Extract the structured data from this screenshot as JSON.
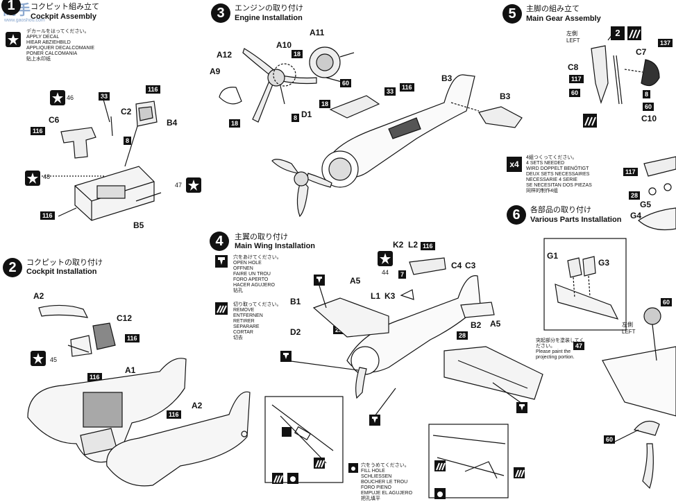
{
  "watermark": {
    "brand": "高手",
    "site": "www.gaoshou.com"
  },
  "step1": {
    "jp": "コクピット組み立て",
    "en": "Cockpit Assembly"
  },
  "decal_note": {
    "jp": "デカールをはってください。",
    "lines": [
      "APPLY DECAL",
      "HIEAR ABZIEHBILD",
      "APPLIQUER DECALCOMANIE",
      "PONER CALCOMANIA",
      "贴上水印纸"
    ]
  },
  "step1_labels": {
    "c6": "C6",
    "c2": "C2",
    "b4": "B4",
    "b5": "B5",
    "p33": "33",
    "p116a": "116",
    "p116b": "116",
    "p116c": "116",
    "p8": "8",
    "p46": "46",
    "p48": "48",
    "p47": "47"
  },
  "step2": {
    "jp": "コクピットの取り付け",
    "en": "Cockpit Installation"
  },
  "step2_labels": {
    "a2": "A2",
    "c12": "C12",
    "a1": "A1",
    "a2b": "A2",
    "p116a": "116",
    "p116b": "116",
    "p116c": "116",
    "p45": "45"
  },
  "step3": {
    "jp": "エンジンの取り付け",
    "en": "Engine Installation"
  },
  "step3_labels": {
    "a11": "A11",
    "a12": "A12",
    "a10": "A10",
    "a9": "A9",
    "b3": "B3",
    "b3b": "B3",
    "d1": "D1",
    "p18a": "18",
    "p18b": "18",
    "p18c": "18",
    "p8": "8",
    "p60": "60",
    "p33": "33",
    "p116": "116"
  },
  "step4": {
    "jp": "主翼の取り付け",
    "en": "Main Wing Installation"
  },
  "open_hole": {
    "jp": "穴をあけてください。",
    "lines": [
      "OPEN HOLE",
      "OFFNEN",
      "FAIRE UN TROU",
      "FORO APERTO",
      "HACER AGUJERO",
      "钻孔"
    ]
  },
  "remove": {
    "jp": "切り取ってください。",
    "lines": [
      "REMOVE",
      "ENTFERNEN",
      "RETIRER",
      "SEPARARE",
      "CORTAR",
      "切去"
    ]
  },
  "fill_hole": {
    "jp": "穴をうめてください。",
    "lines": [
      "FILL HOLE",
      "SCHLIESSEN",
      "BOUCHER LE TROU",
      "FORO PIENO",
      "EMPUJE EL AGUJERO",
      "把孔填平"
    ]
  },
  "step4_labels": {
    "k2": "K2",
    "l2": "L2",
    "c4": "C4",
    "c3": "C3",
    "a5": "A5",
    "a5b": "A5",
    "l1": "L1",
    "k3": "K3",
    "b1": "B1",
    "b2": "B2",
    "d2": "D2",
    "p116": "116",
    "p44": "44",
    "p7": "7",
    "p28a": "28",
    "p28b": "28"
  },
  "step5": {
    "jp": "主脚の組み立て",
    "en": "Main Gear Assembly"
  },
  "step5_labels": {
    "left_jp": "左側",
    "left": "LEFT",
    "c7": "C7",
    "c8": "C8",
    "c10": "C10",
    "p137": "137",
    "p117": "117",
    "p60a": "60",
    "p60b": "60",
    "p8": "8"
  },
  "x4": {
    "mark": "x4",
    "jp": "4組つくってください。",
    "lines": [
      "4 SETS NEEDED",
      "WIRD DOPPELT BENÖTIGT",
      "DEUX SETS NECESSAIRES",
      "NECESSARIE 4 SERIE",
      "SE NECESITAN DOS PIEZAS",
      "同样的制作4组"
    ]
  },
  "step6": {
    "jp": "各部品の取り付け",
    "en": "Various Parts Installation"
  },
  "step6_labels": {
    "g1": "G1",
    "g3": "G3",
    "g4": "G4",
    "g5": "G5",
    "p117": "117",
    "p28": "28",
    "p60a": "60",
    "p60b": "60",
    "left_jp": "左側",
    "left": "LEFT",
    "p47": "47"
  },
  "paint_note": {
    "jp": "突起部分を塗装してください。",
    "en": "Please paint the projecting portion."
  },
  "colors": {
    "ink": "#111111",
    "paper": "#ffffff",
    "cockpit_gray": "#a8a8a8"
  }
}
